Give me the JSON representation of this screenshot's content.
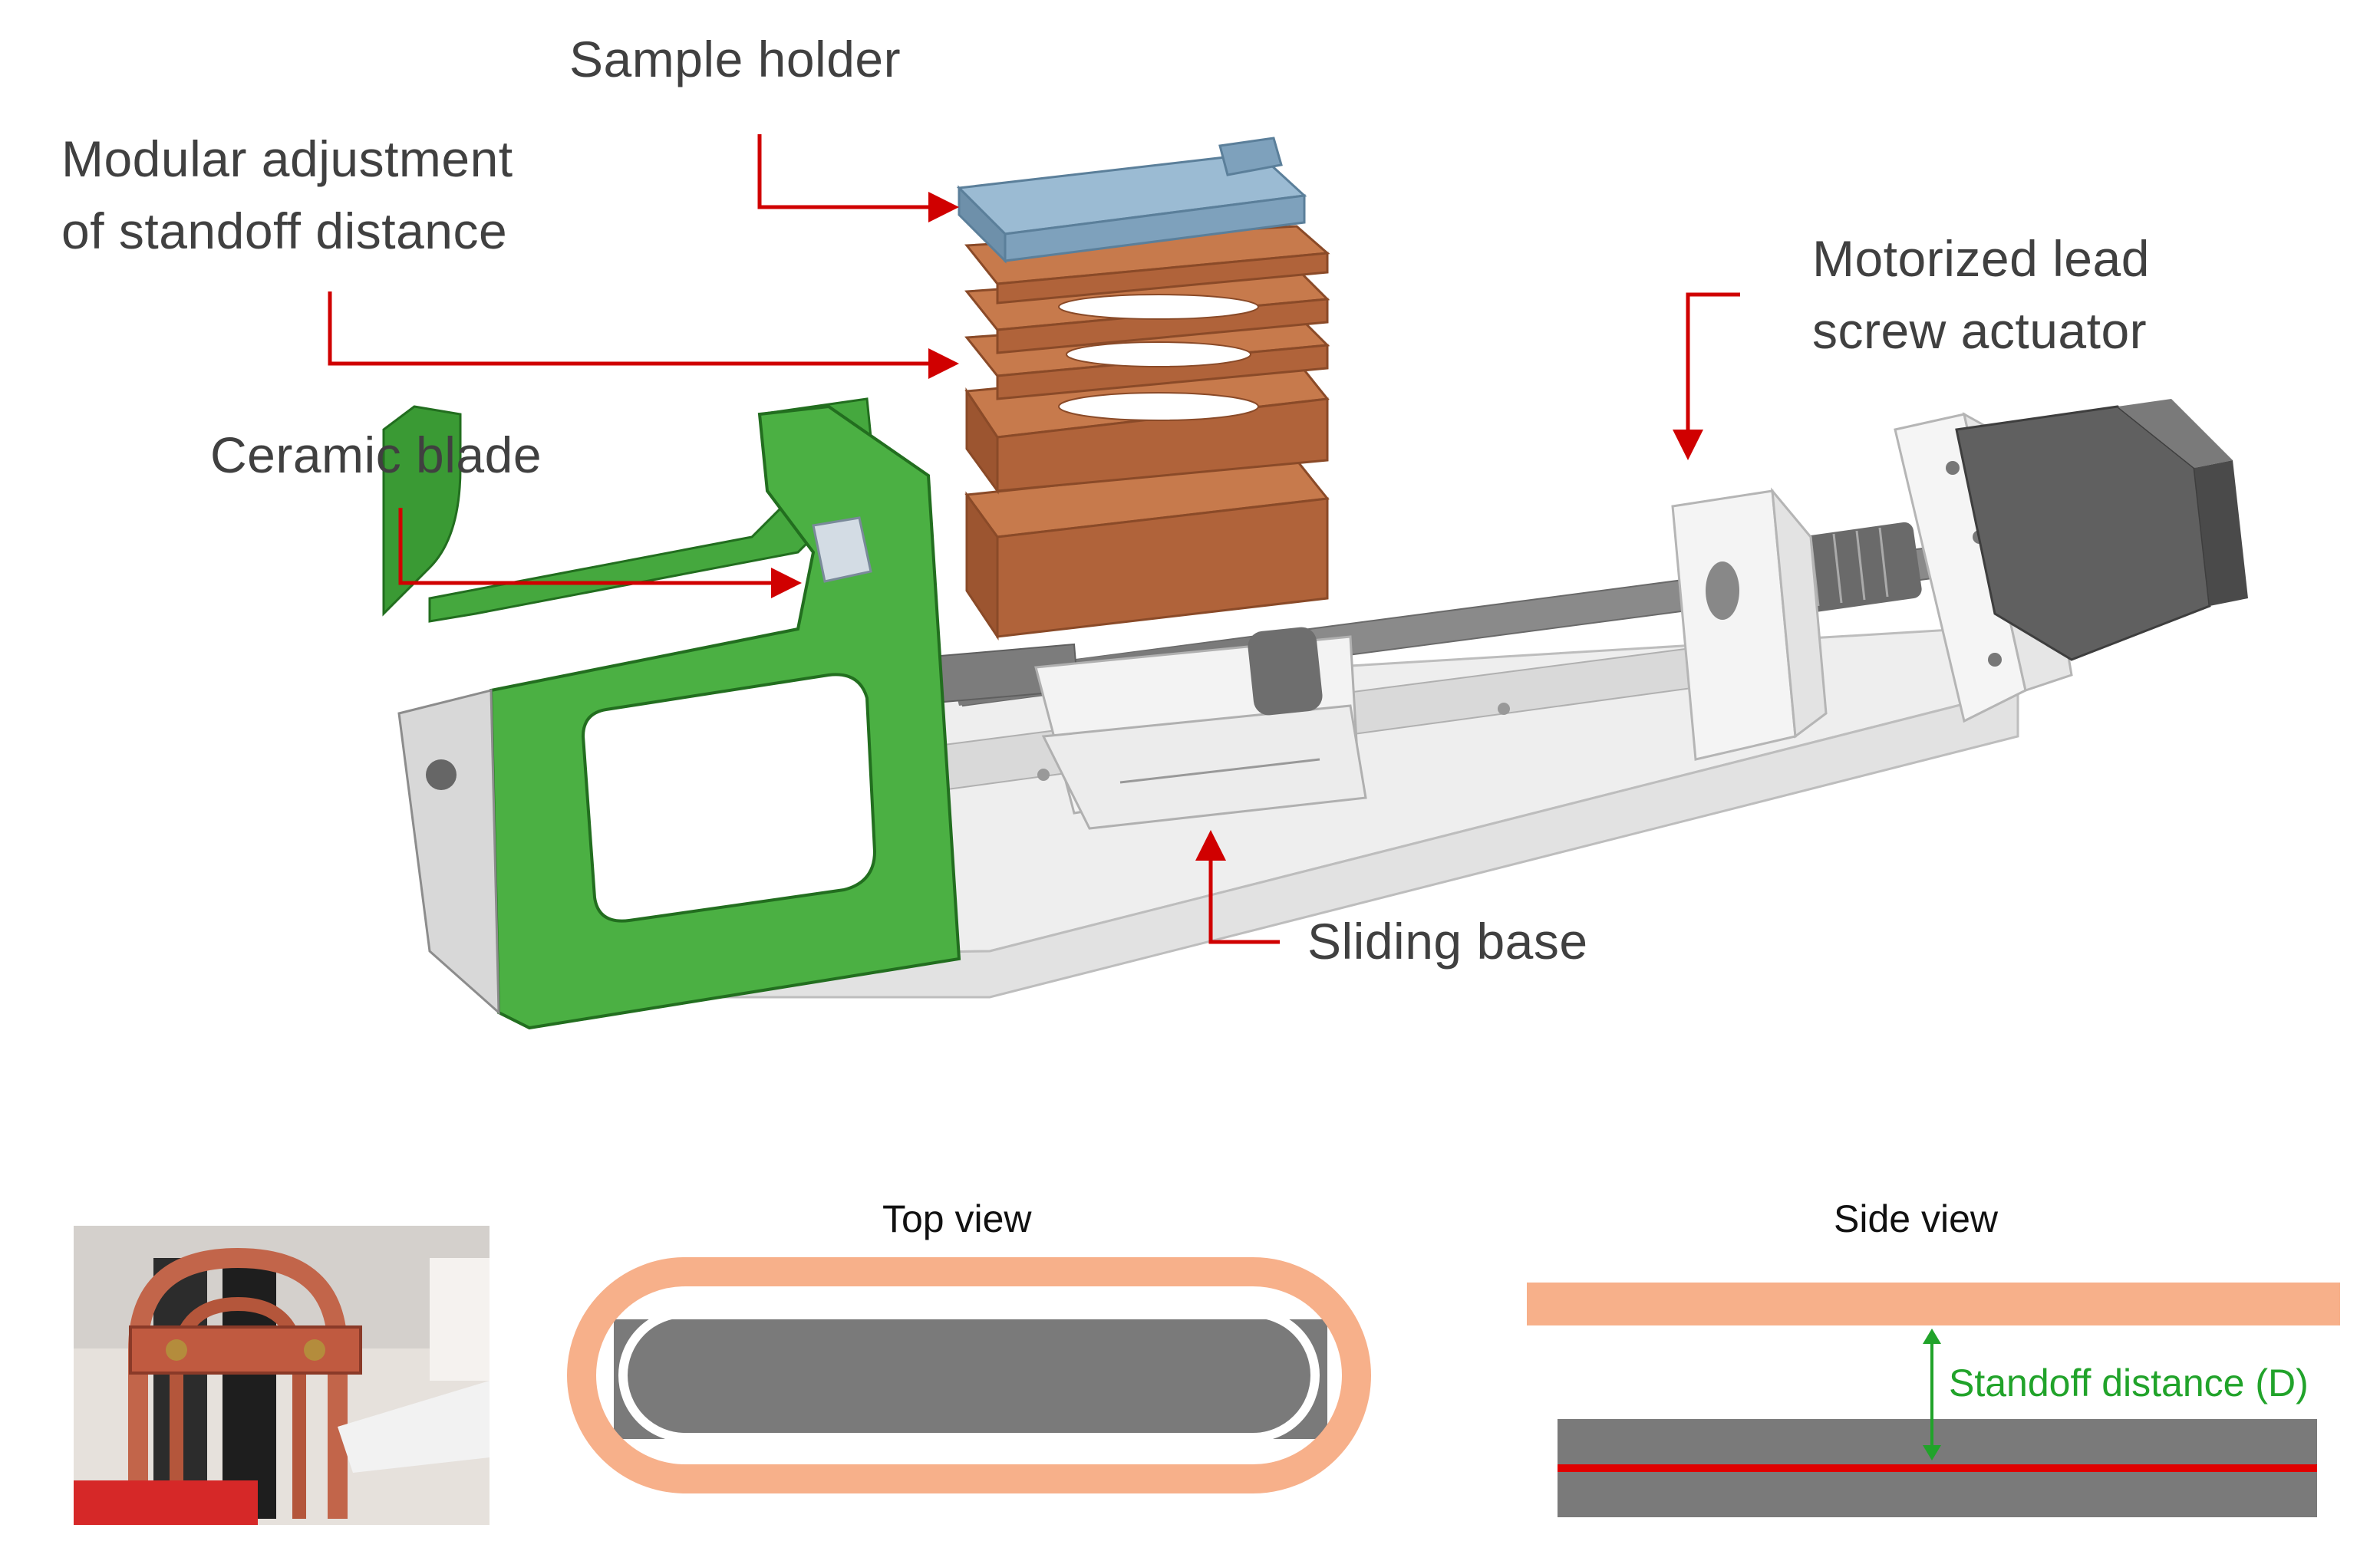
{
  "labels": {
    "sample_holder": "Sample holder",
    "modular_line1": "Modular adjustment",
    "modular_line2": "of standoff distance",
    "ceramic_blade": "Ceramic blade",
    "motorized_line1": "Motorized lead",
    "motorized_line2": "screw actuator",
    "sliding_base": "Sliding base"
  },
  "bottom": {
    "top_view_title": "Top view",
    "side_view_title": "Side view",
    "standoff_label": "Standoff distance (D)"
  },
  "colors": {
    "callout_arrow": "#d00000",
    "sample_holder": "#8fb2cc",
    "spacer": "#b86a3e",
    "blade_frame": "#3c9a36",
    "base": "#ececec",
    "motor": "#5a5a5a",
    "electrode": "#f7b08a",
    "sample": "#7a7a7a",
    "standoff_arrow": "#21a32a",
    "cut_line": "#e00000"
  }
}
